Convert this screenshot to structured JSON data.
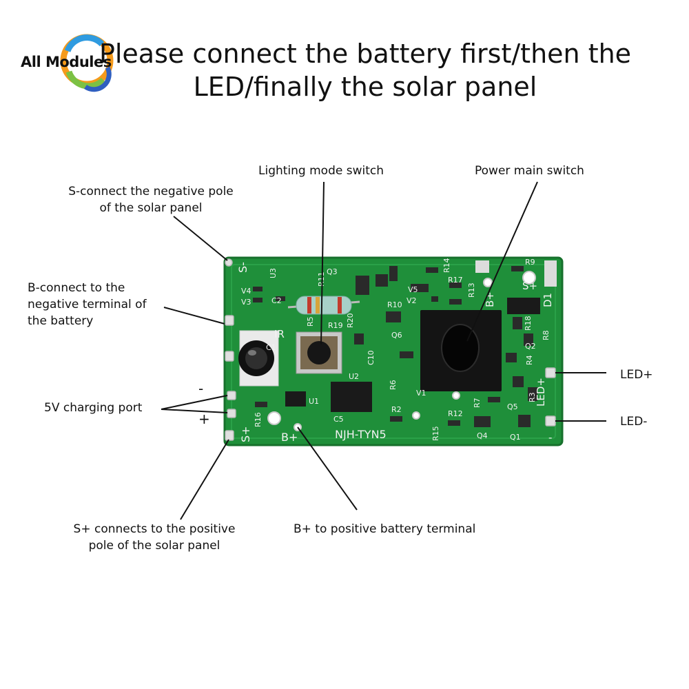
{
  "logo": {
    "brand": "All Modules"
  },
  "title": {
    "line1": "Please connect the battery first/then the",
    "line2": "LED/finally the solar panel"
  },
  "labels": {
    "s_minus": [
      "S-connect the negative pole",
      "of the solar panel"
    ],
    "b_minus": [
      "B-connect to the",
      "negative terminal of",
      "the battery"
    ],
    "charging_port": "5V charging port",
    "charge_minus": "-",
    "charge_plus": "+",
    "s_plus": [
      "S+ connects to the positive",
      "pole of the solar panel"
    ],
    "b_plus": "B+ to positive battery terminal",
    "lighting_switch": "Lighting mode switch",
    "power_switch": "Power main switch",
    "led_plus": "LED+",
    "led_minus": "LED-"
  },
  "board": {
    "model": "NJH-TYN5",
    "silkscreen": {
      "s_minus": "S-",
      "s_plus": "S+",
      "b_plus": "B+",
      "s_plus_right": "S+",
      "b_plus_right": "B+",
      "led_plus": "LED+",
      "led_minus": "-",
      "ir": "IR",
      "d1": "D1",
      "u1": "U1",
      "u2": "U2",
      "u3": "U3",
      "r19": "R19",
      "r20": "R20",
      "r5": "R5",
      "r11": "R11",
      "r16": "R16",
      "r2": "R2",
      "r6": "R6",
      "r12": "R12",
      "r15": "R15",
      "r13": "R13",
      "r14": "R14",
      "r17": "R17",
      "r10": "R10",
      "r4": "R4",
      "r8": "R8",
      "r18": "R18",
      "r3": "R3",
      "r7": "R7",
      "r9": "R9",
      "c1": "C1",
      "c2": "C2",
      "c5": "C5",
      "c10": "C10",
      "q1": "Q1",
      "q2": "Q2",
      "q3": "Q3",
      "q4": "Q4",
      "q5": "Q5",
      "q6": "Q6",
      "v1": "V1",
      "v2": "V2",
      "v3": "V3",
      "v4": "V4",
      "v5": "V5"
    }
  },
  "colors": {
    "pcb": "#1f8f3a",
    "pcb_edge": "#17702c",
    "silk": "#f2f2f2",
    "switch": "#141414"
  }
}
